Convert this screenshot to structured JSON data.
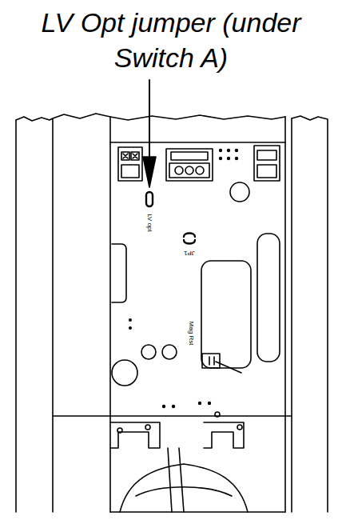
{
  "diagram": {
    "labels": [
      "LV Opt jumper (under Switch A)",
      "LV opt",
      "JP1",
      "Mag Rst"
    ]
  }
}
